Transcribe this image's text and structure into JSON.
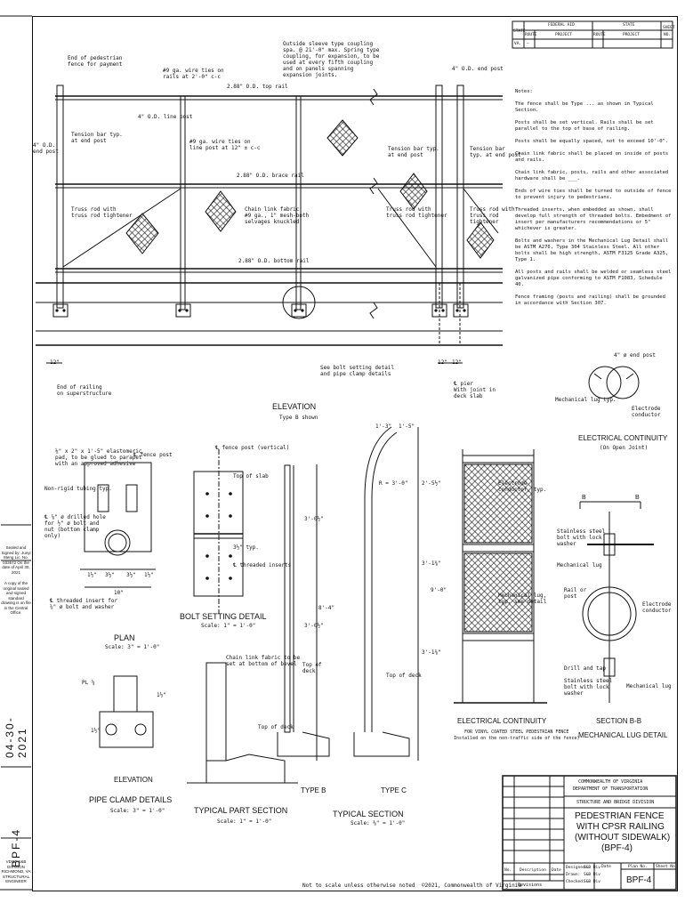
{
  "header": {
    "state_label": "STATE",
    "federal_aid": "FEDERAL AID",
    "state": "STATE",
    "sheet": "SHEET",
    "route": "ROUTE",
    "project": "PROJECT",
    "no": "NO.",
    "state_value": "VA.",
    "dash": "—"
  },
  "stamp": {
    "date": "04-30-2021",
    "sealed": "Sealed and Signed by: Junyi Meng Lic. No. 033572 On the date of April 30, 2021",
    "copy": "A copy of the original sealed and signed standard drawing is on file in the Central Office.",
    "code": "BPF-4",
    "dept": "VDOT S&B DIVISION RICHMOND, VA STRUCTURAL ENGINEER"
  },
  "notes": {
    "heading": "Notes:",
    "items": [
      "The fence shall be Type ... as shown in Typical Section.",
      "Posts shall be set vertical. Rails shall be set parallel to the top of base of railing.",
      "Posts shall be equally spaced, not to exceed 10'-0\".",
      "Chain link fabric shall be placed on inside of posts and rails.",
      "Chain link fabric, posts, rails and other associated hardware shall be ___.",
      "Ends of wire ties shall be turned to outside of fence to prevent injury to pedestrians.",
      "Threaded inserts, when embedded as shown, shall develop full strength of threaded bolts. Embedment of insert per manufacturers recommendations or 5\" whichever is greater.",
      "Bolts and washers in the Mechanical Lug Detail shall be ASTM A276, Type 304 Stainless Steel. All other bolts shall be high strength, ASTM F3125 Grade A325, Type 1.",
      "All posts and rails shall be welded or seamless steel galvanized pipe conforming to ASTM F1083, Schedule 40.",
      "Fence framing (posts and railing) shall be grounded in accordance with Section 307."
    ]
  },
  "elevation": {
    "title": "ELEVATION",
    "subtitle": "Type B shown",
    "labels": {
      "end_fence": "End of pedestrian\nfence for payment",
      "wire_rails": "#9 ga. wire ties on\nrails at 2'-0\" c-c",
      "top_rail": "2.88\" O.D. top rail",
      "sleeve": "Outside sleeve type coupling\nspa. @ 21'-0\" max. Spring type\ncoupling, for expansion, to be\nused at every fifth coupling\nand on panels spanning\nexpansion joints.",
      "end_post_top": "4\" O.D. end post",
      "line_post": "4\" O.D. line post",
      "tension_end": "Tension bar typ.\nat end post",
      "end_post_left": "4\" O.D.\nend post",
      "wire_post": "#9 ga. wire ties on\nline post at 12\" ± c-c",
      "brace_rail": "2.88\" O.D. brace rail",
      "truss_left": "Truss rod with\ntruss rod tightener",
      "chain_fabric": "Chain link fabric\n#9 ga., 1\" mesh-both\nselvages knuckled",
      "bottom_rail": "2.88\" O.D. bottom rail",
      "tension_mid": "Tension bar typ.\nat end post",
      "tension_right": "Tension bar\ntyp. at end post",
      "truss_mid": "Truss rod with\ntruss rod tightener",
      "truss_right": "Truss rod with\ntruss rod\ntightener",
      "dim12a": "12\"",
      "dim12b": "12\"",
      "dim12c": "12\"",
      "end_railing": "End of railing\non superstructure",
      "see_bolt": "See bolt setting detail\nand pipe clamp details",
      "pier": "℄ pier\nWith joint in\ndeck slab"
    }
  },
  "plan": {
    "title": "PLAN",
    "scale": "Scale: 3\" = 1'-0\"",
    "pad": "⅛\" x 2\" x 1'-5\" elastomeric\npad, to be glued to parapet\nwith an approved adhesive",
    "fence_post": "℄ fence post",
    "tubing": "Non-rigid tubing typ.",
    "drilled": "℄ ⅞\" ø drilled hole\nfor ½\" ø bolt and\nnut (bottom clamp\nonly)",
    "insert": "℄ threaded insert for\n⅝\" ø bolt and washer",
    "d1": "1½\"",
    "d2": "3½\"",
    "d3": "3½\"",
    "d4": "1½\"",
    "d5": "10\""
  },
  "bolt": {
    "title": "BOLT SETTING DETAIL",
    "scale": "Scale: 1\" = 1'-0\"",
    "post": "℄ fence post (vertical)",
    "slab": "Top of slab",
    "typ": "3½\" typ.",
    "inserts": "℄ threaded inserts"
  },
  "pipe": {
    "title": "PIPE CLAMP DETAILS",
    "scale": "Scale: 3\" = 1'-0\"",
    "elev": "ELEVATION",
    "pl": "PL ¼",
    "d1": "1½\"",
    "d2": "1½\""
  },
  "part": {
    "title": "TYPICAL PART SECTION",
    "scale": "Scale: 1\" = 1'-0\"",
    "fabric": "Chain link fabric to be\nset at bottom of bevel",
    "deck": "Top of deck"
  },
  "typical": {
    "title": "TYPICAL SECTION",
    "scale": "Scale: ⅜\" = 1'-0\"",
    "type_b": "TYPE B",
    "type_c": "TYPE C",
    "deck_b": "Top of\ndeck",
    "deck_c": "Top of deck",
    "d1": "3'-0½\"",
    "d2": "3'-0½\"",
    "d3": "8'-4\"",
    "d4": "2'-5½\"",
    "d5": "3'-1⅜\"",
    "d6": "9'-0\"",
    "d7": "3'-1⅜\"",
    "d8": "1'-3\"",
    "d9": "1'-5\"",
    "r": "R = 3'-0\""
  },
  "elec": {
    "title": "ELECTRICAL CONTINUITY",
    "sub": "FOR VINYL COATED STEEL PEDESTRIAN FENCE\nInstalled on the non-traffic side of the fence)",
    "conductor": "Electrode\nconductor, typ.",
    "lug": "Mechanical lug,\ntyp. see detail"
  },
  "elec2": {
    "title": "ELECTRICAL CONTINUITY",
    "sub": "(On Open Joint)",
    "post": "4\" ø end post",
    "lug": "Mechanical lug typ.",
    "cond": "Electrode\nconductor"
  },
  "lug": {
    "title": "SECTION B-B",
    "title2": "MECHANICAL LUG DETAIL",
    "b": "B",
    "bolt": "Stainless steel\nbolt with lock\nwasher",
    "mech": "Mechanical lug",
    "rail": "Rail or\npost",
    "cond": "Electrode\nconductor",
    "drill": "Drill and tap",
    "bolt2": "Stainless steel\nbolt with lock\nwasher",
    "mech2": "Mechanical lug"
  },
  "titleblock": {
    "agency1": "COMMONWEALTH OF VIRGINIA",
    "agency2": "DEPARTMENT OF TRANSPORTATION",
    "division": "STRUCTURE AND BRIDGE DIVISION",
    "title1": "PEDESTRIAN FENCE",
    "title2": "WITH CPSR RAILING",
    "title3": "(WITHOUT SIDEWALK)",
    "title4": "(BPF-4)",
    "no": "No.",
    "desc": "Description",
    "date": "Date",
    "designed": "Designed:",
    "drawn": "Drawn:",
    "checked": "Checked:",
    "s1": "S&B Div",
    "s2": "S&B Div",
    "s3": "S&B Div",
    "date_h": "Date",
    "plan_no": "Plan No.",
    "sheet_no": "Sheet No.",
    "revisions": "Revisions",
    "code": "BPF-4"
  },
  "footer": {
    "scale": "Not to scale unless otherwise noted",
    "copy": "©2021, Commonwealth of Virginia"
  }
}
